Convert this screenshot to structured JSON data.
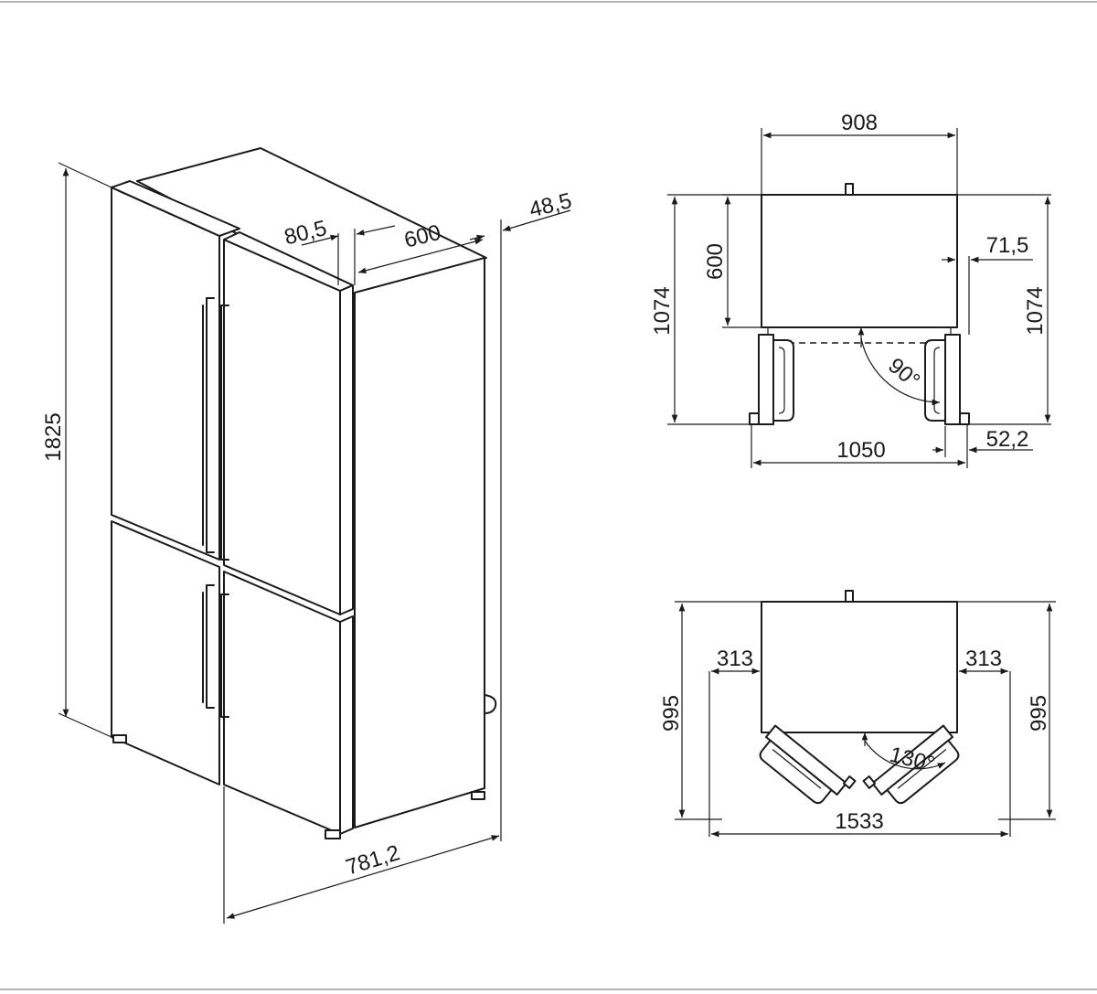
{
  "iso_view": {
    "height": "1825",
    "door_depth": "80,5",
    "depth": "600",
    "rear_gap": "48,5",
    "total_depth": "781,2"
  },
  "top_view_90": {
    "width": "908",
    "body_depth": "600",
    "side_clear": "71,5",
    "depth_left": "1074",
    "depth_right": "1074",
    "open_width": "1050",
    "handle_offset": "52,2",
    "angle": "90°"
  },
  "top_view_130": {
    "left_clear": "313",
    "right_clear": "313",
    "depth_left": "995",
    "depth_right": "995",
    "open_width": "1533",
    "angle": "130°"
  },
  "colors": {
    "line": "#1a1a1a",
    "background": "#ffffff"
  }
}
